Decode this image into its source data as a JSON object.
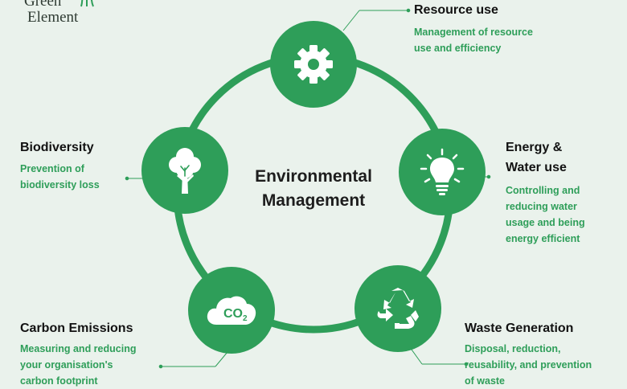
{
  "brand": {
    "line1": "Green",
    "line2": "Element"
  },
  "center": {
    "title": "Environmental Management"
  },
  "items": [
    {
      "icon": "gear-icon",
      "heading": "Resource use",
      "description": "Management of resource\nuse and efficiency"
    },
    {
      "icon": "lightbulb-icon",
      "heading": "Energy &\nWater use",
      "description": "Controlling and\nreducing water\nusage and being\nenergy efficient"
    },
    {
      "icon": "recycle-icon",
      "heading": "Waste Generation",
      "description": "Disposal, reduction,\nreusability, and prevention\nof waste"
    },
    {
      "icon": "co2-cloud-icon",
      "heading": "Carbon Emissions",
      "description": "Measuring and reducing\nyour organisation's\ncarbon footprint"
    },
    {
      "icon": "tree-icon",
      "heading": "Biodiversity",
      "description": "Prevention of\nbiodiversity loss"
    }
  ],
  "colors": {
    "accent": "#2e9e59",
    "background": "#eaf2ec",
    "text": "#121212"
  }
}
